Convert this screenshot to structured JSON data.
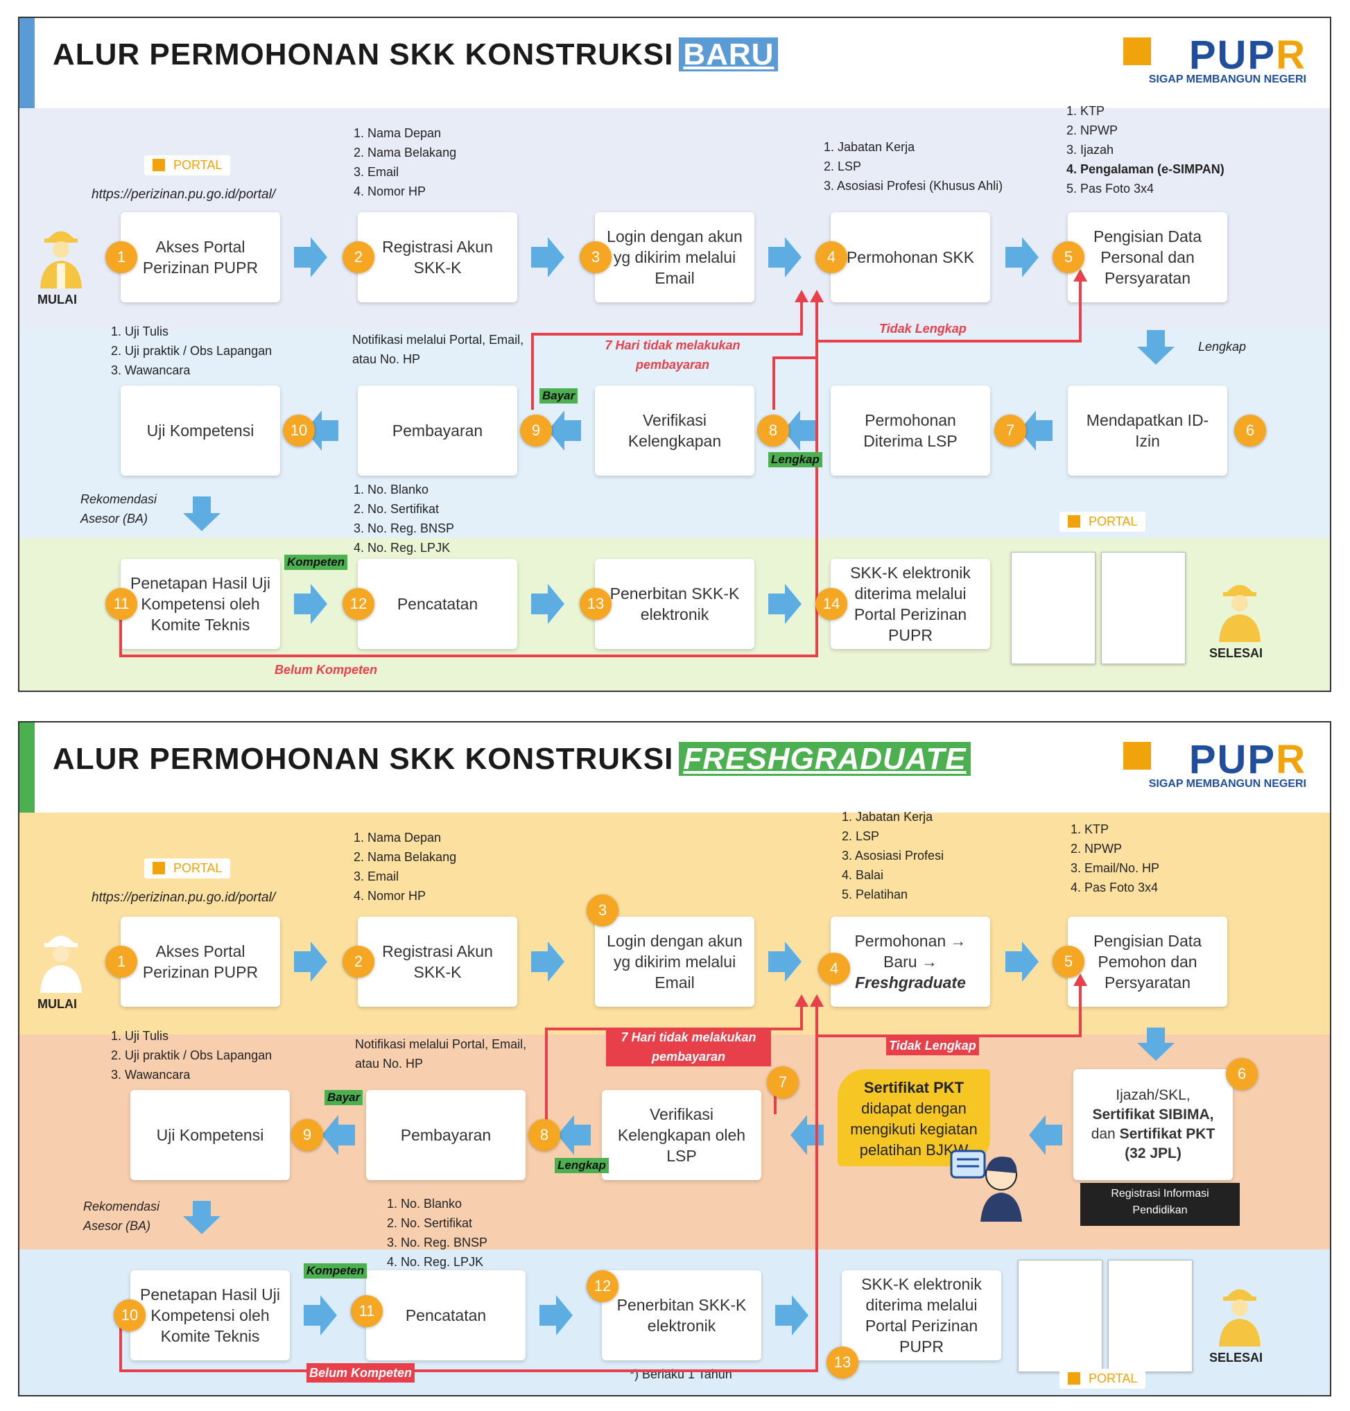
{
  "panel_a": {
    "title": "ALUR PERMOHONAN SKK KONSTRUKSI",
    "title_highlight": "BARU",
    "logo": {
      "name": "PUP",
      "name_r": "R",
      "tagline": "SIGAP MEMBANGUN NEGERI"
    },
    "portal_badge": "PORTAL",
    "portal_url": "https://perizinan.pu.go.id/portal/",
    "start_label": "MULAI",
    "end_label": "SELESAI",
    "steps": [
      {
        "n": "1",
        "label": "Akses Portal Perizinan PUPR"
      },
      {
        "n": "2",
        "label": "Registrasi Akun SKK-K"
      },
      {
        "n": "3",
        "label": "Login dengan akun yg dikirim melalui Email"
      },
      {
        "n": "4",
        "label": "Permohonan SKK"
      },
      {
        "n": "5",
        "label": "Pengisian Data Personal dan Persyaratan"
      },
      {
        "n": "6",
        "label": "Mendapatkan ID-Izin"
      },
      {
        "n": "7",
        "label": "Permohonan Diterima LSP"
      },
      {
        "n": "8",
        "label": "Verifikasi Kelengkapan"
      },
      {
        "n": "9",
        "label": "Pembayaran"
      },
      {
        "n": "10",
        "label": "Uji Kompetensi"
      },
      {
        "n": "11",
        "label": "Penetapan Hasil Uji Kompetensi oleh Komite Teknis"
      },
      {
        "n": "12",
        "label": "Pencatatan"
      },
      {
        "n": "13",
        "label": "Penerbitan SKK-K elektronik"
      },
      {
        "n": "14",
        "label": "SKK-K elektronik diterima melalui Portal Perizinan PUPR"
      }
    ],
    "reg_fields": [
      "1. Nama Depan",
      "2. Nama Belakang",
      "3. Email",
      "4. Nomor HP"
    ],
    "request_fields": [
      "1. Jabatan Kerja",
      "2. LSP",
      "3. Asosiasi Profesi (Khusus Ahli)"
    ],
    "docs": [
      "1. KTP",
      "2. NPWP",
      "3. Ijazah",
      "4. Pengalaman (e-SIMPAN)",
      "5. Pas Foto 3x4"
    ],
    "exam": [
      "1. Uji Tulis",
      "2. Uji praktik / Obs Lapangan",
      "3. Wawancara"
    ],
    "notif": "Notifikasi melalui Portal, Email, atau No. HP",
    "record_fields": [
      "1. No. Blanko",
      "2. No. Sertifikat",
      "3. No. Reg. BNSP",
      "4. No. Reg. LPJK"
    ],
    "rekomendasi": "Rekomendasi Asesor (BA)",
    "lbl_lengkap": "Lengkap",
    "lbl_tidak_lengkap": "Tidak Lengkap",
    "lbl_7hari": "7 Hari tidak melakukan pembayaran",
    "lbl_bayar": "Bayar",
    "lbl_kompeten": "Kompeten",
    "lbl_belum_kompeten": "Belum Kompeten",
    "lbl_lengkap2": "Lengkap"
  },
  "panel_b": {
    "title": "ALUR PERMOHONAN SKK KONSTRUKSI",
    "title_highlight": "FRESHGRADUATE",
    "logo": {
      "name": "PUP",
      "name_r": "R",
      "tagline": "SIGAP MEMBANGUN NEGERI"
    },
    "portal_badge": "PORTAL",
    "portal_url": "https://perizinan.pu.go.id/portal/",
    "start_label": "MULAI",
    "end_label": "SELESAI",
    "steps": [
      {
        "n": "1",
        "label": "Akses Portal Perizinan PUPR"
      },
      {
        "n": "2",
        "label": "Registrasi Akun SKK-K"
      },
      {
        "n": "3",
        "label": "Login dengan akun yg dikirim melalui Email"
      },
      {
        "n": "4",
        "label_1": "Permohonan →",
        "label_2": "Baru →",
        "label_3": "Freshgraduate"
      },
      {
        "n": "5",
        "label": "Pengisian Data Pemohon dan Persyaratan"
      },
      {
        "n": "6",
        "label_1": "Ijazah/SKL,",
        "label_2": "Sertifikat SIBIMA,",
        "label_3": "dan",
        "label_4": "Sertifikat PKT",
        "label_5": "(32 JPL)"
      },
      {
        "n": "7",
        "label": "Verifikasi Kelengkapan oleh LSP"
      },
      {
        "n": "8",
        "label": "Pembayaran"
      },
      {
        "n": "9",
        "label": "Uji Kompetensi"
      },
      {
        "n": "10",
        "label": "Penetapan Hasil Uji Kompetensi oleh Komite Teknis"
      },
      {
        "n": "11",
        "label": "Pencatatan"
      },
      {
        "n": "12",
        "label": "Penerbitan SKK-K elektronik"
      },
      {
        "n": "13",
        "label": "SKK-K elektronik diterima melalui Portal Perizinan PUPR"
      }
    ],
    "reg_fields": [
      "1. Nama Depan",
      "2. Nama Belakang",
      "3. Email",
      "4. Nomor HP"
    ],
    "request_fields": [
      "1. Jabatan Kerja",
      "2. LSP",
      "3. Asosiasi Profesi",
      "4. Balai",
      "5. Pelatihan"
    ],
    "docs": [
      "1. KTP",
      "2. NPWP",
      "3. Email/No. HP",
      "4. Pas Foto 3x4"
    ],
    "exam": [
      "1. Uji Tulis",
      "2. Uji praktik / Obs Lapangan",
      "3. Wawancara"
    ],
    "notif": "Notifikasi melalui Portal, Email, atau No. HP",
    "record_fields": [
      "1. No. Blanko",
      "2. No. Sertifikat",
      "3. No. Reg. BNSP",
      "4. No. Reg. LPJK"
    ],
    "rekomendasi": "Rekomendasi Asesor (BA)",
    "pkt_note_1": "Sertifikat PKT",
    "pkt_note_2": "didapat dengan mengikuti kegiatan pelatihan BJKW",
    "edu_tag": "Registrasi Informasi Pendidikan",
    "footnote": "*) Berlaku 1 Tahun",
    "lbl_tidak_lengkap": "Tidak Lengkap",
    "lbl_7hari": "7 Hari tidak melakukan pembayaran",
    "lbl_bayar": "Bayar",
    "lbl_lengkap": "Lengkap",
    "lbl_kompeten": "Kompeten",
    "lbl_belum_kompeten": "Belum Kompeten"
  },
  "colors": {
    "step_circle": "#f5a623",
    "flow_arrow": "#5dade2",
    "reject_line": "#e8404a",
    "approve_tag": "#4caf50",
    "band_a1": "#e8ecf6",
    "band_a2": "#e3f0fa",
    "band_a3": "#e9f5d4",
    "band_b1": "#fbe0a0",
    "band_b2": "#f7cfae",
    "band_b3": "#dcecf8"
  }
}
